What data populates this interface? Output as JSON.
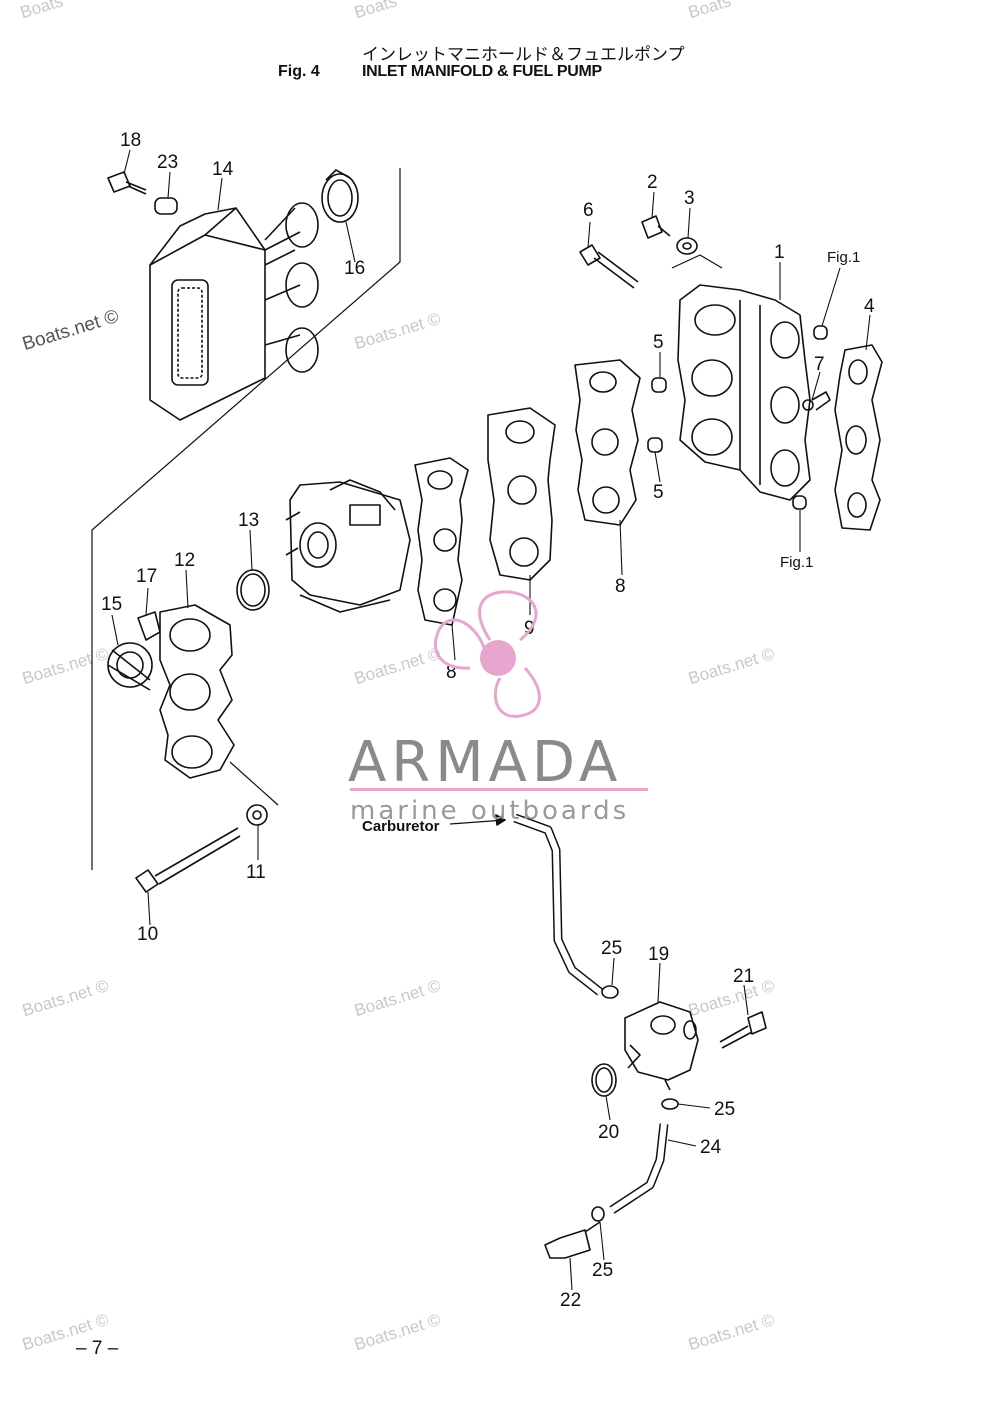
{
  "header": {
    "title_jp": "インレットマニホールド＆フュエルポンプ",
    "fig_number": "Fig. 4",
    "fig_title": "INLET MANIFOLD & FUEL PUMP"
  },
  "watermarks": {
    "site": "Boats.net ©",
    "top_partial_1": "Boats",
    "top_partial_2": "Boats",
    "top_partial_3": "Boats"
  },
  "logo": {
    "name": "ARMADA",
    "tagline": "marine outboards",
    "propeller_color": "#e8a6cf"
  },
  "labels": {
    "carburetor": "Carburetor",
    "fig1_ref_a": "Fig.1",
    "fig1_ref_b": "Fig.1"
  },
  "callouts": {
    "c1": "1",
    "c2": "2",
    "c3": "3",
    "c4": "4",
    "c5a": "5",
    "c5b": "5",
    "c6": "6",
    "c7": "7",
    "c8a": "8",
    "c8b": "8",
    "c9": "9",
    "c10": "10",
    "c11": "11",
    "c12": "12",
    "c13": "13",
    "c14": "14",
    "c15": "15",
    "c16": "16",
    "c17": "17",
    "c18": "18",
    "c19": "19",
    "c20": "20",
    "c21": "21",
    "c22": "22",
    "c23": "23",
    "c24": "24",
    "c25a": "25",
    "c25b": "25",
    "c25c": "25"
  },
  "footer": {
    "page_number": "– 7 –"
  },
  "colors": {
    "line": "#111111",
    "watermark": "#c8c8c8",
    "logo_gray": "#8a8a8a"
  }
}
